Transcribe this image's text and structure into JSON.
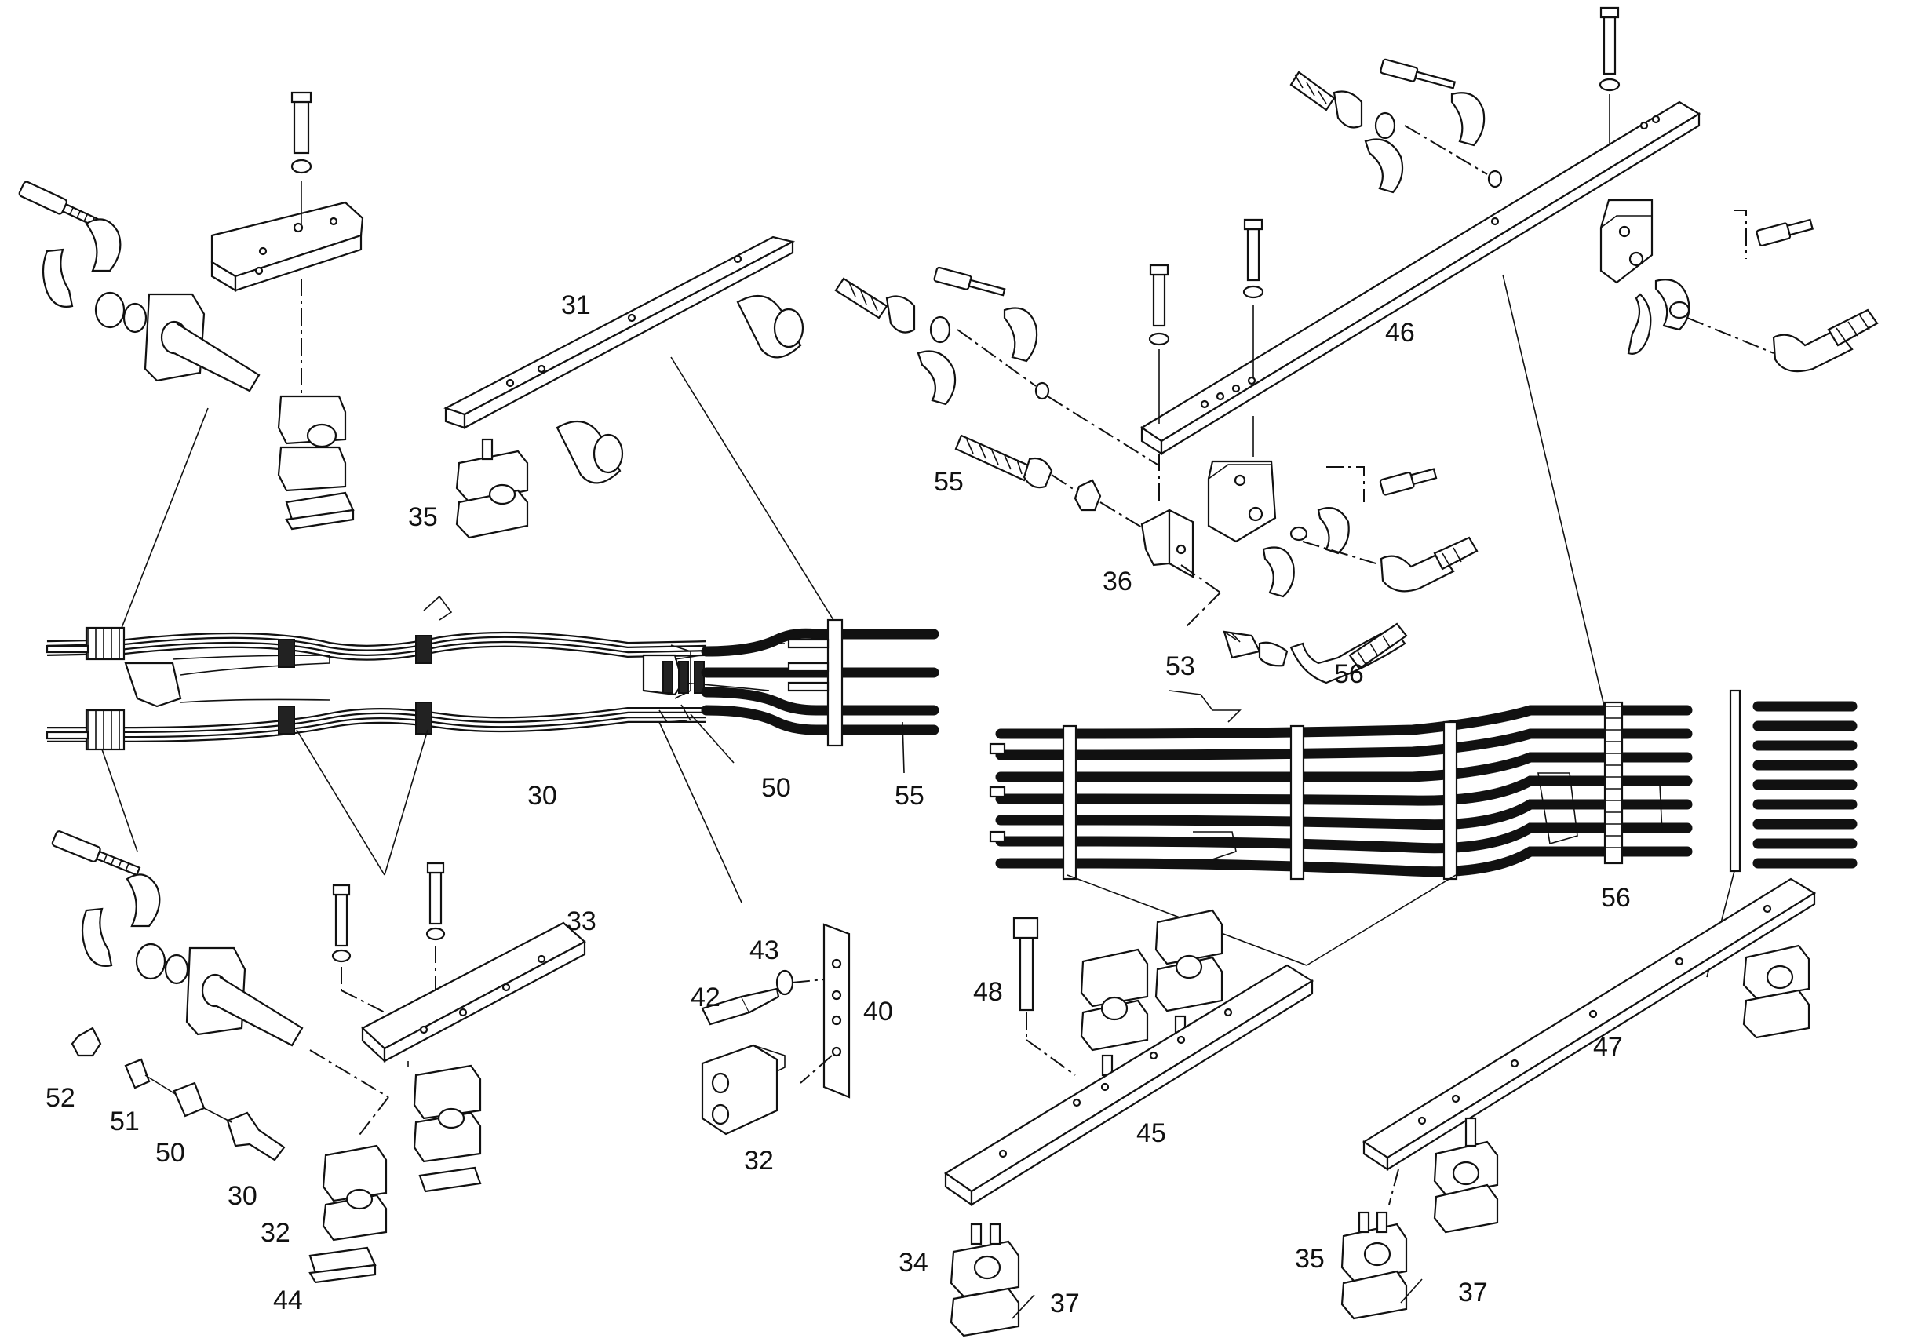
{
  "diagram": {
    "callouts": [
      {
        "id": "c31",
        "text": "31"
      },
      {
        "id": "c35a",
        "text": "35"
      },
      {
        "id": "c30a",
        "text": "30"
      },
      {
        "id": "c50a",
        "text": "50"
      },
      {
        "id": "c55a",
        "text": "55"
      },
      {
        "id": "c33",
        "text": "33"
      },
      {
        "id": "c43",
        "text": "43"
      },
      {
        "id": "c42",
        "text": "42"
      },
      {
        "id": "c40",
        "text": "40"
      },
      {
        "id": "c32a",
        "text": "32"
      },
      {
        "id": "c52",
        "text": "52"
      },
      {
        "id": "c51",
        "text": "51"
      },
      {
        "id": "c50b",
        "text": "50"
      },
      {
        "id": "c30b",
        "text": "30"
      },
      {
        "id": "c32b",
        "text": "32"
      },
      {
        "id": "c44",
        "text": "44"
      },
      {
        "id": "c46",
        "text": "46"
      },
      {
        "id": "c55b",
        "text": "55"
      },
      {
        "id": "c36",
        "text": "36"
      },
      {
        "id": "c53",
        "text": "53"
      },
      {
        "id": "c56a",
        "text": "56"
      },
      {
        "id": "c56b",
        "text": "56"
      },
      {
        "id": "c48",
        "text": "48"
      },
      {
        "id": "c45",
        "text": "45"
      },
      {
        "id": "c47",
        "text": "47"
      },
      {
        "id": "c34",
        "text": "34"
      },
      {
        "id": "c37a",
        "text": "37"
      },
      {
        "id": "c35b",
        "text": "35"
      },
      {
        "id": "c37b",
        "text": "37"
      }
    ]
  }
}
